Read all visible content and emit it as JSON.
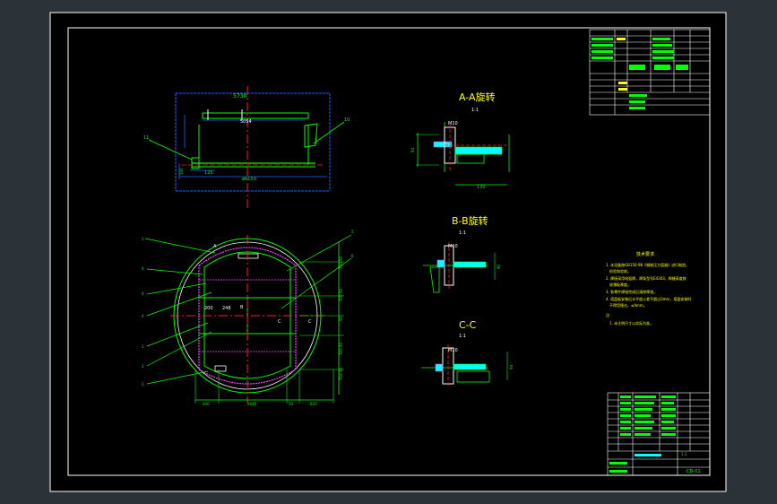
{
  "colors": {
    "window": "#2b3339",
    "paper": "#000000",
    "frame": "#ffffff",
    "structure": "#00ff00",
    "dimension": "#1f5fff",
    "center_line": "#ff2020",
    "text_yellow": "#ffff00",
    "accent_magenta": "#ff40ff",
    "cyan": "#00ffff"
  },
  "views": {
    "section_aa": {
      "title": "A-A旋转",
      "scale": "1:1",
      "dim_top": "M10",
      "dim_side": "94",
      "dim_bottom": "130"
    },
    "section_bb": {
      "title": "B-B旋转",
      "scale": "1:1",
      "dim_top": "M10",
      "dim_side": "90"
    },
    "section_cc": {
      "title": "C-C",
      "scale": "1:1",
      "dim_top": "M10",
      "dim_side": "94"
    }
  },
  "elevation": {
    "dim_top": "5730",
    "dim_inner": "5054",
    "dim_bottom": "ø6150",
    "dim_left": "125",
    "dim_height": "100",
    "leader_left": "11",
    "leader_right": "10"
  },
  "plan_view": {
    "dims_bottom": [
      "400",
      "2640",
      "50",
      "820"
    ],
    "dims_right": [
      "720 50",
      "720 50",
      "50",
      "720 50",
      "720 50"
    ],
    "inner_labels": [
      "200",
      "248",
      "B",
      "A",
      "C",
      "C"
    ],
    "leaders_left": [
      "1",
      "4",
      "4",
      "4",
      "1",
      "3",
      "2"
    ],
    "leaders_right": [
      "5",
      "6"
    ]
  },
  "tech_requirements": {
    "title": "技术要求",
    "lines": [
      "1. 本设备按GB150-98《钢制压力容器》进行制造、",
      "检验和验收。",
      "2. 焊接采用电弧焊，焊条型号E4303，焊缝高度按",
      "较薄板厚度。",
      "3. 各零件焊接完成后清除焊渣。",
      "4. 塔盘板安装后水平度公差不超过3mm，塔盘安装时",
      "不得用锤击，≤4mm。",
      "注：",
      "1. 未注明尺寸以实际为准。"
    ]
  },
  "title_block": {
    "sheet": "1:1",
    "drawing_no": "CD-01"
  }
}
